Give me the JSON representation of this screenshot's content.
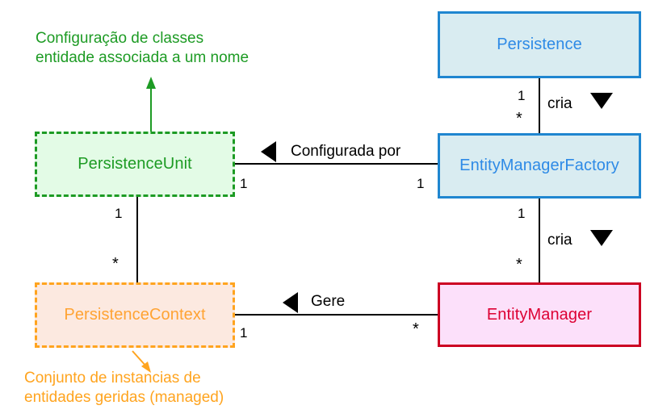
{
  "diagram": {
    "title": "JPA Persistence Class Diagram",
    "colors": {
      "blue_stroke": "#1f86d0",
      "blue_fill": "#d9ecf1",
      "blue_text": "#2e8ae6",
      "red_stroke": "#cc0022",
      "pink_fill": "#fce0fa",
      "red_text": "#dd0033",
      "green_stroke": "#1d9b24",
      "green_fill": "#e3fbe6",
      "orange_stroke": "#ffa41f",
      "orange_fill": "#fce9e0",
      "line": "#000000"
    },
    "nodes": {
      "persistence": {
        "label": "Persistence"
      },
      "entity_manager_factory": {
        "label": "EntityManagerFactory"
      },
      "entity_manager": {
        "label": "EntityManager"
      },
      "persistence_unit": {
        "label": "PersistenceUnit"
      },
      "persistence_context": {
        "label": "PersistenceContext"
      }
    },
    "edges": {
      "persistence_to_emf": {
        "label": "cria",
        "source_mult": "1",
        "target_mult": "*",
        "marker": "triangle-down"
      },
      "emf_to_em": {
        "label": "cria",
        "source_mult": "1",
        "target_mult": "*",
        "marker": "triangle-down"
      },
      "pu_to_emf": {
        "label": "Configurada por",
        "source_mult": "1",
        "target_mult": "1",
        "marker": "triangle-left"
      },
      "pc_to_em": {
        "label": "Gere",
        "source_mult": "1",
        "target_mult": "*",
        "marker": "triangle-left"
      },
      "pu_to_pc": {
        "source_mult": "1",
        "target_mult": "*"
      }
    },
    "annotations": {
      "persistence_unit_note": "Configuração de classes\nentidade associada a um nome",
      "persistence_context_note": "Conjunto de instancias de\nentidades geridas (managed)"
    }
  }
}
